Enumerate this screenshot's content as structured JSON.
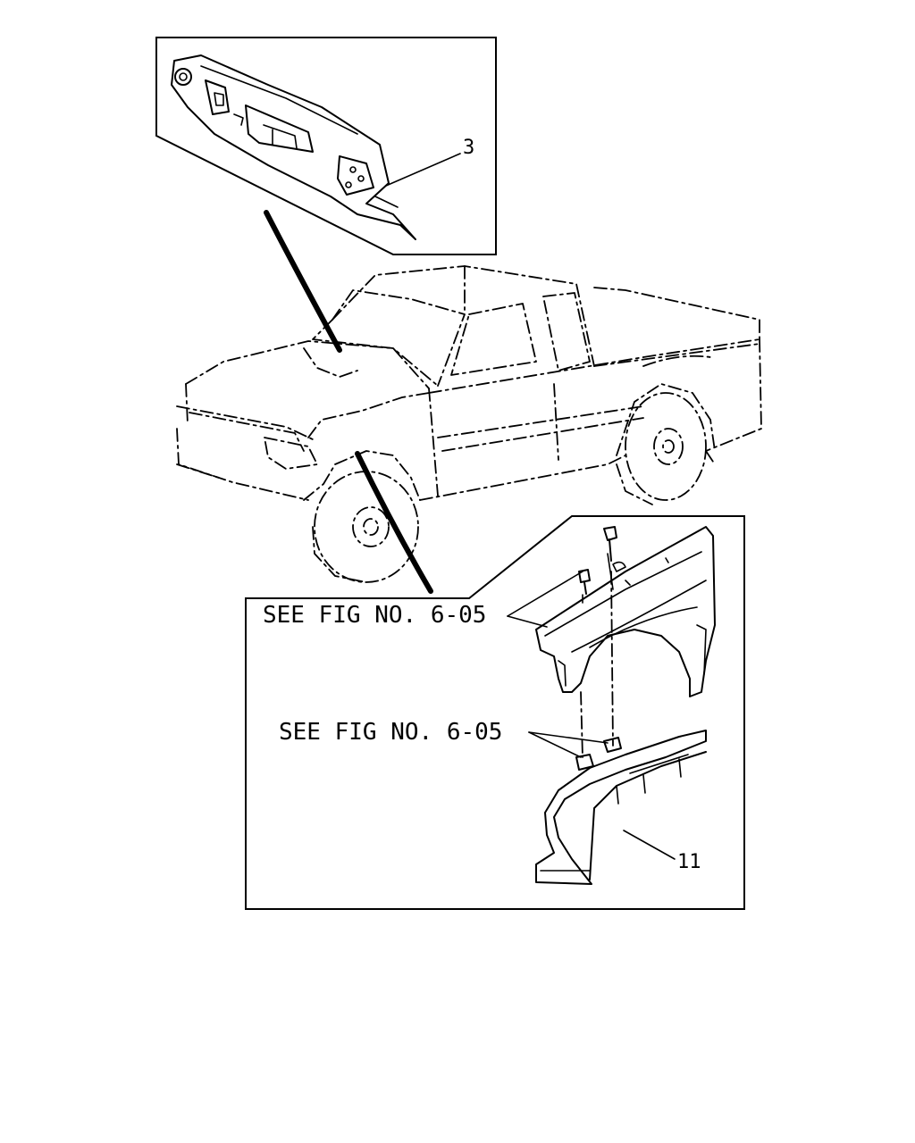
{
  "callouts": {
    "part3": "3",
    "part11": "11",
    "see_fig_upper": "SEE FIG NO. 6-05",
    "see_fig_lower": "SEE FIG NO. 6-05"
  },
  "colors": {
    "line": "#000000",
    "background": "#ffffff"
  }
}
